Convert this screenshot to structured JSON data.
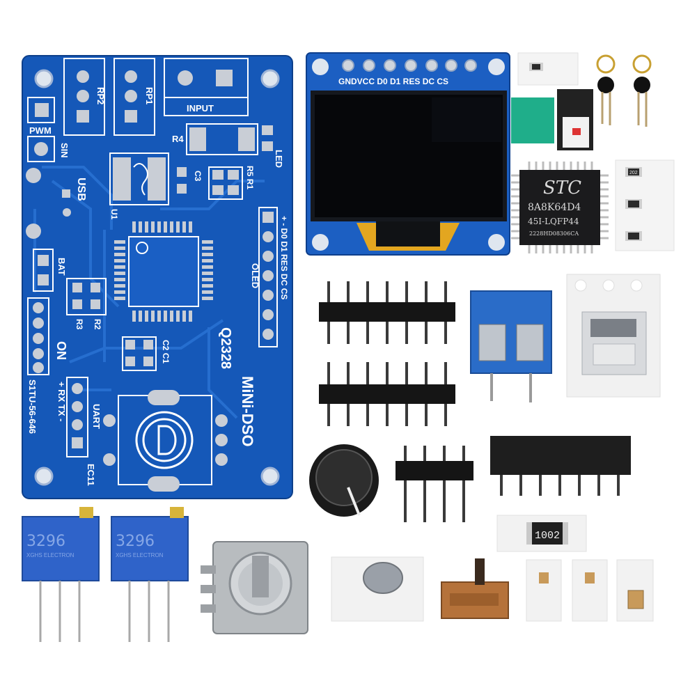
{
  "pcb": {
    "labels": {
      "pwm": "PWM",
      "sin": "SIN",
      "usb": "USB",
      "bat": "BAT",
      "on": "ON",
      "rp2": "RP2",
      "rp1": "RP1",
      "input": "INPUT",
      "r4": "R4",
      "r5": "R5",
      "r1": "R1",
      "led": "LED",
      "c3": "C3",
      "u1": "U1",
      "oled": "OLED",
      "oled_pins": "+  -  D0 D1 RES DC CS",
      "r3": "R3",
      "r2": "R2",
      "c2": "C2",
      "c1": "C1",
      "version": "Q2328",
      "title": "MiNi-DSO",
      "uart": "UART",
      "uart_pins": "+ RX TX -",
      "code": "S1TU-56-646",
      "ec11": "EC11"
    }
  },
  "oled_module": {
    "pin_labels": "GNDVCC D0  D1 RES DC  CS"
  },
  "mcu_chip": {
    "brand": "STC",
    "part": "8A8K64D4",
    "package": "45I-LQFP44",
    "batch": "2228HD08306CA"
  },
  "trimpots": [
    {
      "marking": "3296",
      "maker": "XGHS ELECTRON"
    },
    {
      "marking": "3296",
      "maker": "XGHS ELECTRON"
    }
  ],
  "smd_resistor_code": "1002",
  "small_resistor_code": "202"
}
